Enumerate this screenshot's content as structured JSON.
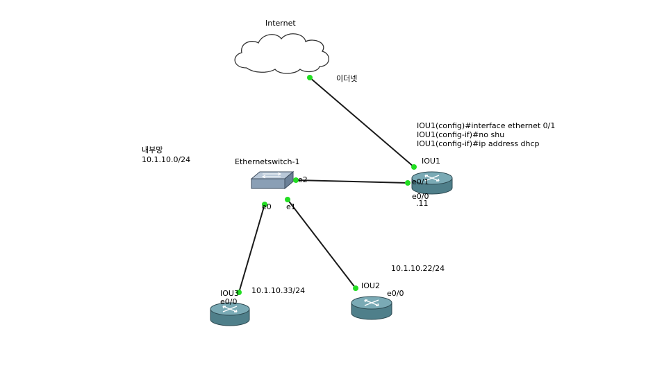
{
  "nodes": {
    "internet": {
      "label": "Internet"
    },
    "switch": {
      "label": "Ethernetswitch-1"
    },
    "iou1": {
      "label": "IOU1"
    },
    "iou2": {
      "label": "IOU2"
    },
    "iou3": {
      "label": "IOU3"
    }
  },
  "ports": {
    "cloud": "이더넷",
    "sw_e0": "e0",
    "sw_e1": "e1",
    "sw_e2": "e2",
    "iou1_e01": "e0/1",
    "iou1_e00": "e0/0",
    "iou1_addr": ".11",
    "iou2_e00": "e0/0",
    "iou3_e00": "e0/0"
  },
  "annotations": {
    "lan_name": "내부망",
    "lan_subnet": "10.1.10.0/24",
    "iou2_ip": "10.1.10.22/24",
    "iou3_ip": "10.1.10.33/24",
    "config_lines": [
      "IOU1(config)#interface ethernet 0/1",
      "IOU1(config-if)#no shu",
      "IOU1(config-if)#ip address dhcp"
    ]
  },
  "colors": {
    "link": "#1a1a1a",
    "port_dot": "#22dd22",
    "router_body": "#4f7f8a",
    "router_top": "#7aaab5",
    "cloud_fill": "#ffffff",
    "cloud_stroke": "#333333",
    "switch_body": "#8a9fb5"
  }
}
